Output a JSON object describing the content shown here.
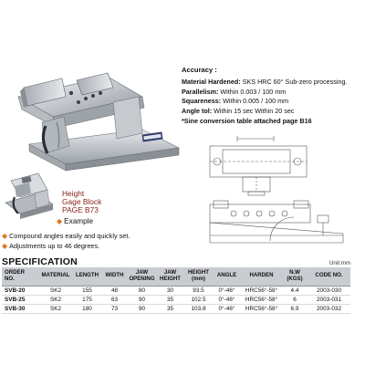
{
  "callout": {
    "height_lines": [
      "Height",
      "Gage Block",
      "PAGE B73"
    ],
    "example": "Example"
  },
  "features": [
    "Compound angles easily and quickly set.",
    "Adjustments up to 46 degrees."
  ],
  "accuracy": {
    "title": "Accuracy :",
    "rows": [
      {
        "key": "Material Hardened:",
        "value": " SKS HRC 60° Sub-zero processing."
      },
      {
        "key": "Parallelism:",
        "value": " Within 0.003 / 100 mm"
      },
      {
        "key": "Squareness:",
        "value": " Within 0.005 / 100 mm"
      },
      {
        "key": "Angle tol:",
        "value": " Within 15 sec Within 20 sec"
      }
    ],
    "note": "*Sine conversion table attached page B16"
  },
  "spec": {
    "title": "SPECIFICATION",
    "unit": "Unit:mm",
    "columns": [
      [
        "ORDER",
        "NO."
      ],
      [
        "MATERIAL"
      ],
      [
        "LENGTH"
      ],
      [
        "WIDTH"
      ],
      [
        "JAW",
        "OPENING"
      ],
      [
        "JAW",
        "HEIGHT"
      ],
      [
        "HEIGHT",
        "(mm)"
      ],
      [
        "ANGLE"
      ],
      [
        "HARDEN"
      ],
      [
        "N.W",
        "(KGS)"
      ],
      [
        "CODE NO."
      ]
    ],
    "rows": [
      [
        "SVB-20",
        "SK2",
        "155",
        "48",
        "80",
        "30",
        "93.5",
        "0°-46°",
        "HRC56°-58°",
        "4.4",
        "2003-030"
      ],
      [
        "SVB-25",
        "SK2",
        "175",
        "63",
        "90",
        "35",
        "102.5",
        "0°-46°",
        "HRC56°-58°",
        "6",
        "2003-031"
      ],
      [
        "SVB-30",
        "SK2",
        "180",
        "73",
        "90",
        "35",
        "103.8",
        "0°-46°",
        "HRC56°-58°",
        "6.9",
        "2003-032"
      ]
    ]
  }
}
